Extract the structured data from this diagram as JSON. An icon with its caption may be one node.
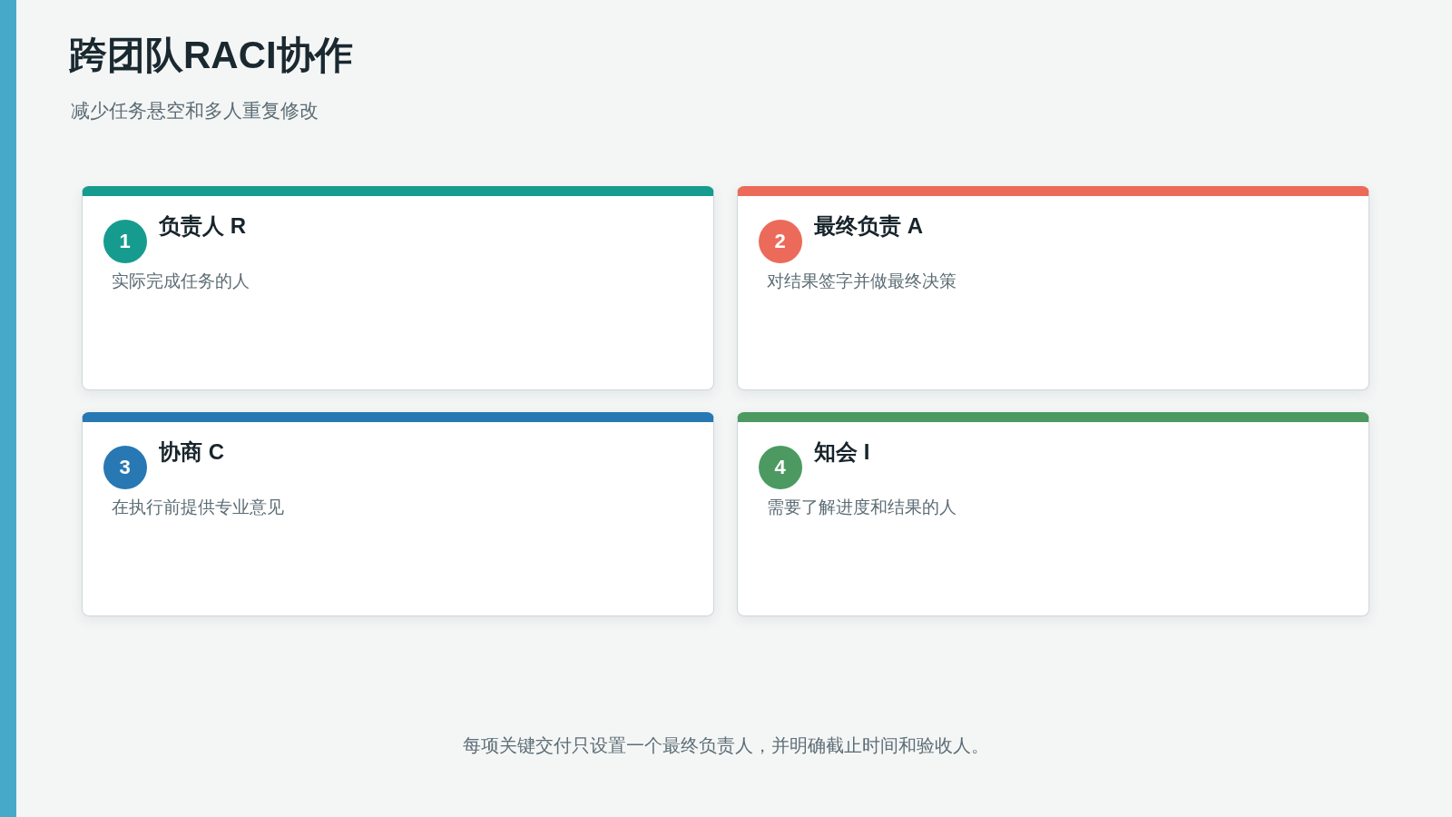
{
  "diagram": {
    "title": "跨团队RACI协作",
    "caption": "每项关键交付只设置一个最终负责人，并明确截止时间和验收人。",
    "nodes": [
      {
        "text": [
          "负责人 R",
          "实际完成任务的人"
        ]
      },
      {
        "text": [
          "1"
        ],
        "in": 0
      },
      {
        "text": [
          "最终负责 A",
          "对结果签字并做最终决策"
        ]
      },
      {
        "text": [
          "2"
        ],
        "in": 2
      },
      {
        "text": [
          "协商 C",
          "在执行前提供专业意见"
        ]
      },
      {
        "text": [
          "3"
        ],
        "in": 4
      },
      {
        "text": [
          "知会 I",
          "需要了解进度和结果的人"
        ]
      },
      {
        "text": [
          "4"
        ],
        "in": 6
      }
    ],
    "labels": [
      "减少任务悬空和多人重复修改"
    ]
  }
}
